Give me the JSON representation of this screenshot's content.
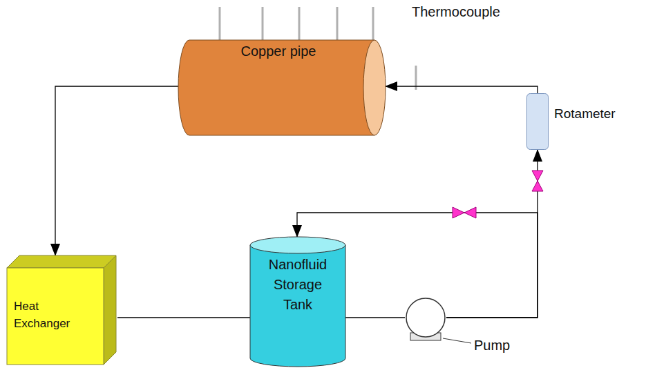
{
  "diagram": {
    "nodes": [
      {
        "text": [
          "Copper pipe"
        ]
      },
      {
        "text": [
          "Rotameter"
        ]
      },
      {
        "text": [
          "Heat Exchanger"
        ]
      },
      {
        "text": [
          "Nanofluid Storage Tank"
        ]
      },
      {
        "text": [
          "Pump"
        ]
      }
    ],
    "edges": [
      {
        "from": 1,
        "to": 0,
        "arrow": "to"
      },
      {
        "from": 0,
        "to": 2,
        "arrow": "to"
      },
      {
        "from": 2,
        "to": 3,
        "arrow": "none"
      },
      {
        "from": 3,
        "to": 4,
        "arrow": "none"
      },
      {
        "from": 4,
        "to": 1,
        "arrow": "to"
      },
      {
        "from": 4,
        "to": 3,
        "arrow": "to"
      }
    ],
    "labels": [
      "Thermocouple"
    ]
  }
}
